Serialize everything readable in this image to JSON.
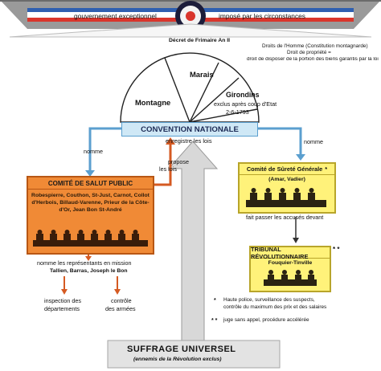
{
  "top_banner": {
    "left_text": "gouvernement exceptionnel",
    "right_text": "imposé par les circonstances",
    "flag_colors": [
      "#2f5fb0",
      "#ffffff",
      "#d9352c"
    ]
  },
  "decree": "Décret de Frimaire An II",
  "rights_note": {
    "line1": "Droits de l'Homme (Constitution montagnarde)",
    "line2": "Droit de propriété =",
    "line3": "droit de disposer de la portion des biens garantis par la loi"
  },
  "hemicycle": {
    "marais": "Marais",
    "montagne": "Montagne",
    "girondins": "Girondins",
    "girondins_note1": "exclus après coup d'Etat",
    "girondins_note2": "2-6-1793"
  },
  "convention": {
    "title": "CONVENTION NATIONALE",
    "records": "enregistre les lois"
  },
  "arrows": {
    "nomme_left": "nomme",
    "nomme_right": "nomme",
    "propose_1": "propose",
    "propose_2": "les lois"
  },
  "salut_public": {
    "title": "COMITÉ DE SALUT PUBLIC",
    "members": "Robespierre, Couthon, St-Just, Carnot, Collot d'Herbois, Billaud-Varenne, Prieur de la Côte-d'Or, Jean Bon St-André"
  },
  "nomination": {
    "line1": "nomme les représentants en mission",
    "line2": "Tallien, Barras, Joseph le Bon"
  },
  "missions": {
    "left1": "inspection des",
    "left2": "départements",
    "right1": "contrôle",
    "right2": "des armées"
  },
  "surete": {
    "title": "Comité de Sûreté Générale",
    "stars": "*",
    "members": "(Amar, Vadier)",
    "action": "fait passer les accusés devant"
  },
  "tribunal": {
    "title": "TRIBUNAL RÉVOLUTIONNAIRE",
    "stars": "* *",
    "member": "Fouquier-Tinville"
  },
  "footnotes": {
    "one_star": "*",
    "one_line1": "Haute police, surveillance des suspects,",
    "one_line2": "contrôle du maximum des prix et des salaires",
    "two_star": "* *",
    "two_line": "juge sans appel, procédure accélérée"
  },
  "suffrage": {
    "title": "SUFFRAGE UNIVERSEL",
    "note": "(ennemis de la Révolution exclus)"
  },
  "colors": {
    "orange": "#f08a36",
    "yellow": "#fff27a",
    "blue_arrow": "#5b9fcf",
    "convention_bar": "#cfe8f6",
    "column": "#d8d8d8",
    "red_arrow": "#d55a22"
  }
}
